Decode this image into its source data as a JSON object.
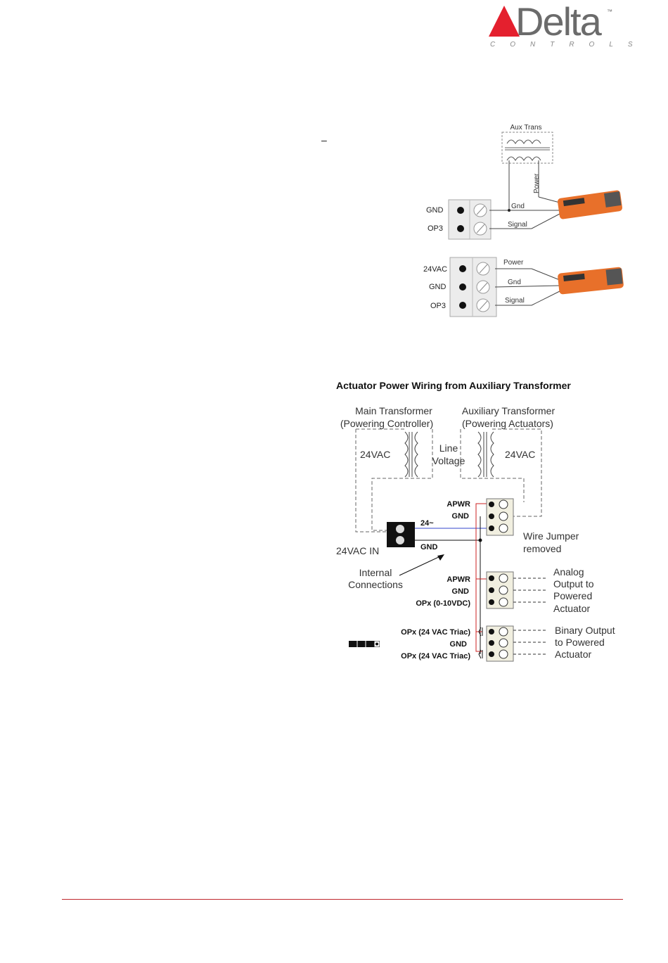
{
  "header": {
    "logo_word": "Delta",
    "logo_tm": "™",
    "logo_sub": "CONTROLS",
    "logo_accent": "#e4202e"
  },
  "stray_mark": "–",
  "figure1": {
    "aux_trans_label": "Aux Trans",
    "top_terminal": {
      "labels": [
        "GND",
        "OP3"
      ]
    },
    "top_wires": {
      "power": "Power",
      "gnd": "Gnd",
      "signal": "Signal"
    },
    "bottom_terminal": {
      "labels": [
        "24VAC",
        "GND",
        "OP3"
      ]
    },
    "bottom_wires": {
      "power": "Power",
      "gnd": "Gnd",
      "signal": "Signal"
    }
  },
  "figure2": {
    "title": "Actuator Power Wiring from Auxiliary Transformer",
    "main_transformer": [
      "Main Transformer",
      "(Powering Controller)"
    ],
    "aux_transformer": [
      "Auxiliary Transformer",
      "(Powering Actuators)"
    ],
    "left_voltage": "24VAC",
    "right_voltage": "24VAC",
    "line_voltage": [
      "Line",
      "Voltage"
    ],
    "terminal_top": {
      "labels": [
        "APWR",
        "GND"
      ]
    },
    "connector_label": "24~",
    "gnd_label": "GND",
    "vac_in": "24VAC IN",
    "wire_jumper": [
      "Wire Jumper",
      "removed"
    ],
    "internal": [
      "Internal",
      "Connections"
    ],
    "terminal_mid": {
      "labels": [
        "APWR",
        "GND",
        "OPx (0-10VDC)"
      ]
    },
    "analog_out": [
      "Analog",
      "Output to",
      "Powered",
      "Actuator"
    ],
    "terminal_bot": {
      "labels": [
        "OPx (24 VAC Triac)",
        "GND",
        "OPx (24 VAC Triac)"
      ]
    },
    "binary_out": [
      "Binary Output",
      "to Powered",
      "Actuator"
    ],
    "colors": {
      "red": "#cc2222",
      "blue": "#3344cc"
    }
  },
  "footer": {
    "rule_color": "#c0272d"
  }
}
